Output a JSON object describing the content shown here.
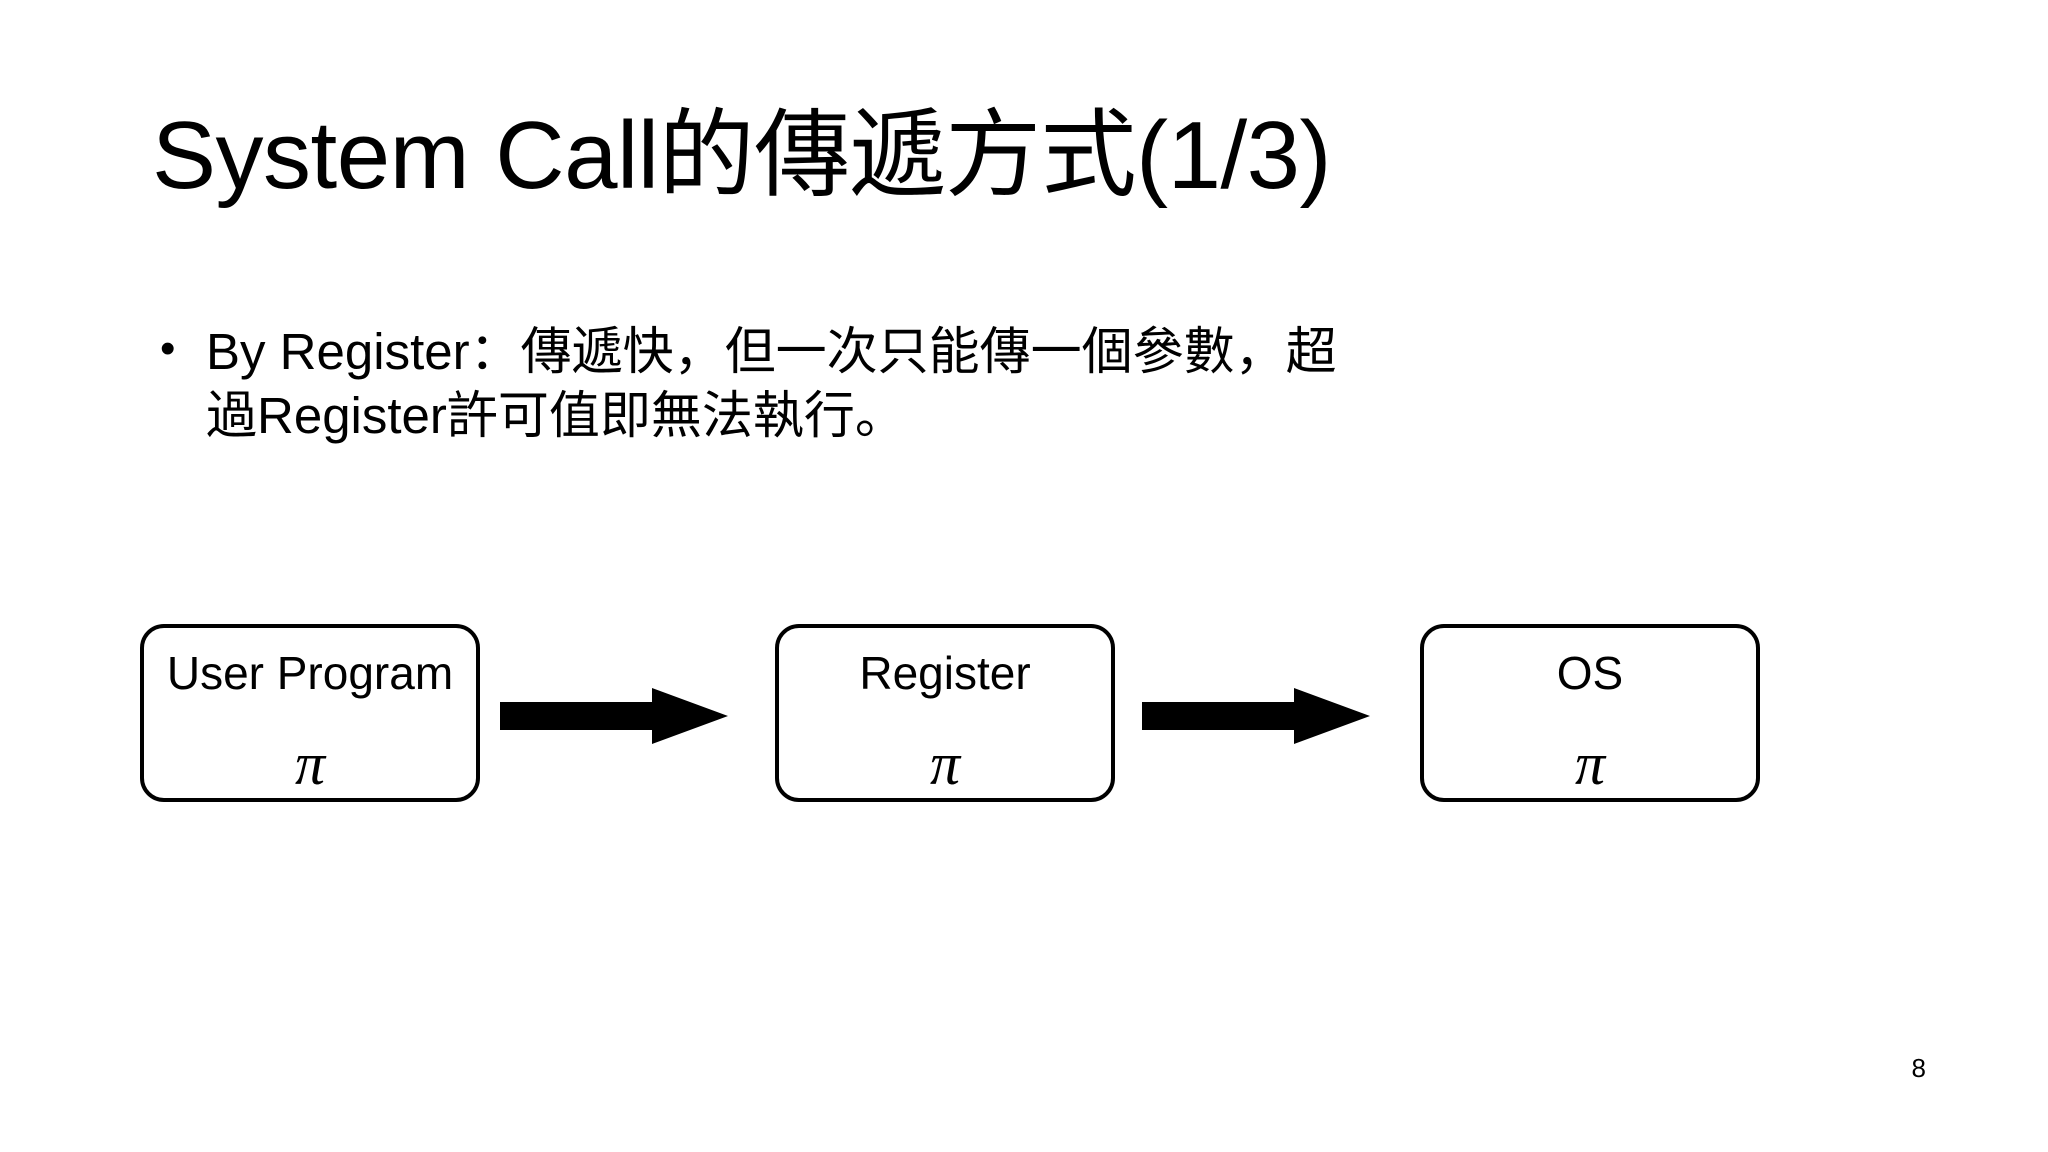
{
  "slide": {
    "title": "System Call的傳遞方式(1/3)",
    "page_number": "8",
    "background_color": "#ffffff",
    "text_color": "#000000"
  },
  "body": {
    "bullets": [
      {
        "marker": "•",
        "text": "By Register：傳遞快，但一次只能傳一個參數，超過Register許可值即無法執行。"
      }
    ]
  },
  "diagram": {
    "type": "flow",
    "stroke_color": "#000000",
    "fill_color": "#ffffff",
    "nodes": [
      {
        "label": "User Program",
        "symbol": "π"
      },
      {
        "label": "Register",
        "symbol": "π"
      },
      {
        "label": "OS",
        "symbol": "π"
      }
    ],
    "arrows": [
      {
        "from": "User Program",
        "to": "Register",
        "direction": "right"
      },
      {
        "from": "Register",
        "to": "OS",
        "direction": "right"
      }
    ]
  }
}
